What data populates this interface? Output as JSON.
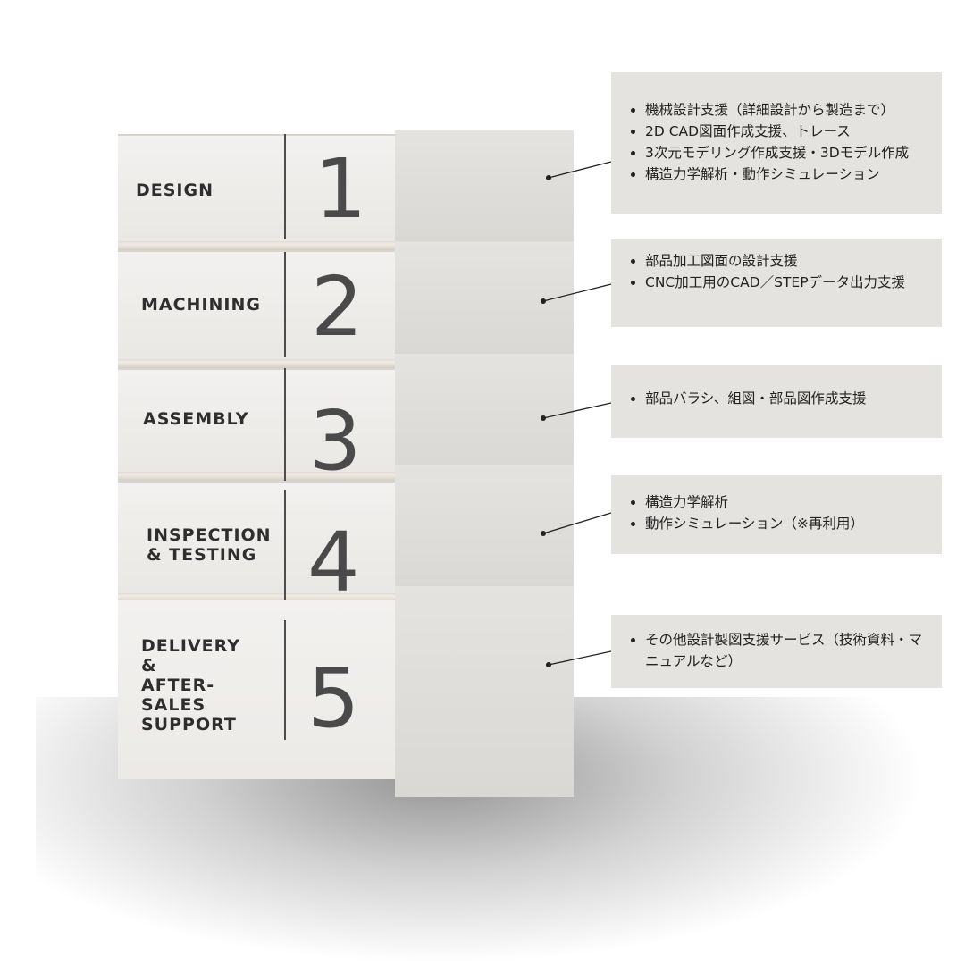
{
  "stages": [
    {
      "label": "DESIGN",
      "number": "1",
      "bullets": [
        "機械設計支援（詳細設計から製造まで）",
        "2D CAD図面作成支援、トレース",
        "3次元モデリング作成支援・3Dモデル作成",
        "構造力学解析・動作シミュレーション"
      ]
    },
    {
      "label": "MACHINING",
      "number": "2",
      "bullets": [
        "部品加工図面の設計支援",
        "CNC加工用のCAD／STEPデータ出力支援"
      ]
    },
    {
      "label": "ASSEMBLY",
      "number": "3",
      "bullets": [
        "部品バラシ、組図・部品図作成支援"
      ]
    },
    {
      "label": "INSPECTION\n& TESTING",
      "number": "4",
      "bullets": [
        "構造力学解析",
        "動作シミュレーション（※再利用）"
      ]
    },
    {
      "label": "DELIVERY &\nAFTER-SALES\nSUPPORT",
      "number": "5",
      "bullets": [
        "その他設計製図支援サービス（技術資料・マニュアルなど）"
      ]
    }
  ]
}
